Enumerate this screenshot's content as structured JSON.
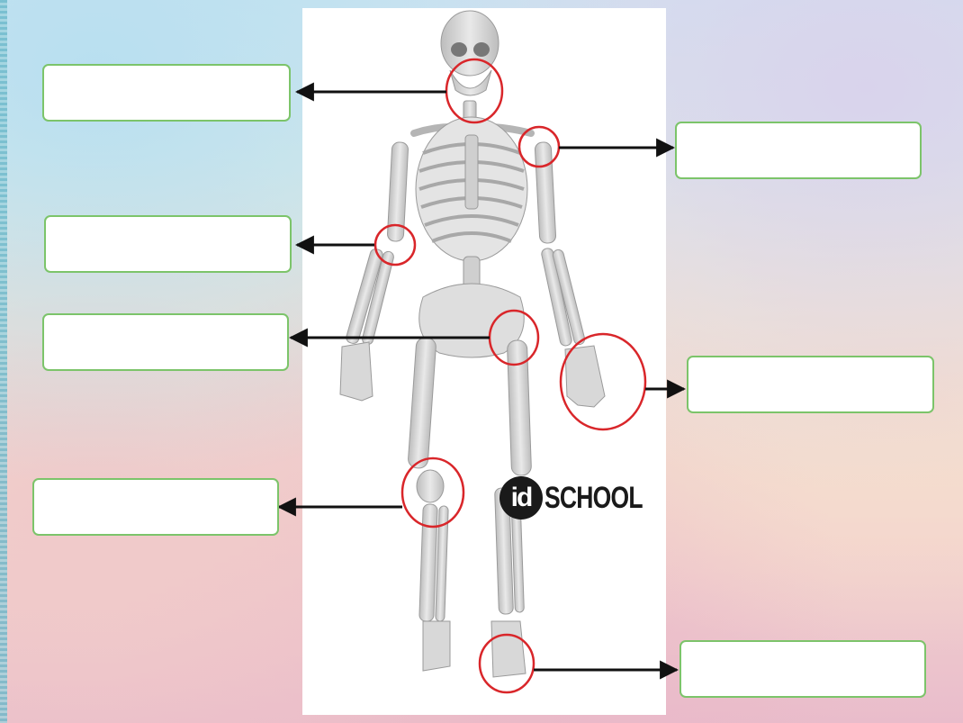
{
  "logo": {
    "badge_text": "id",
    "brand_text": "SCHOOL"
  },
  "answer_boxes": [
    {
      "id": "jaw",
      "value": ""
    },
    {
      "id": "shoulder",
      "value": ""
    },
    {
      "id": "elbow",
      "value": ""
    },
    {
      "id": "hip",
      "value": ""
    },
    {
      "id": "wrist-hand",
      "value": ""
    },
    {
      "id": "knee",
      "value": ""
    },
    {
      "id": "ankle-foot",
      "value": ""
    }
  ],
  "colors": {
    "marker_circle": "#d9262a",
    "arrow": "#111111",
    "box_border": "#7cc46a",
    "bone": "#d6d6d6"
  }
}
